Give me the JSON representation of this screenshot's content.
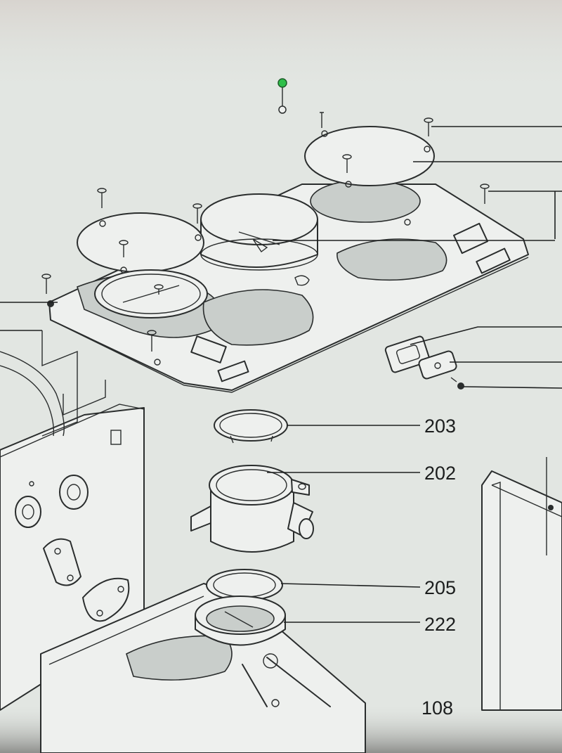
{
  "diagram": {
    "callouts": [
      "203",
      "202",
      "205",
      "222",
      "108"
    ],
    "colors": {
      "background": "#e2e6e2",
      "ink": "#2a2d2d",
      "screen_edge": "#8a8e8a",
      "marker": "#2fbf4a"
    }
  }
}
